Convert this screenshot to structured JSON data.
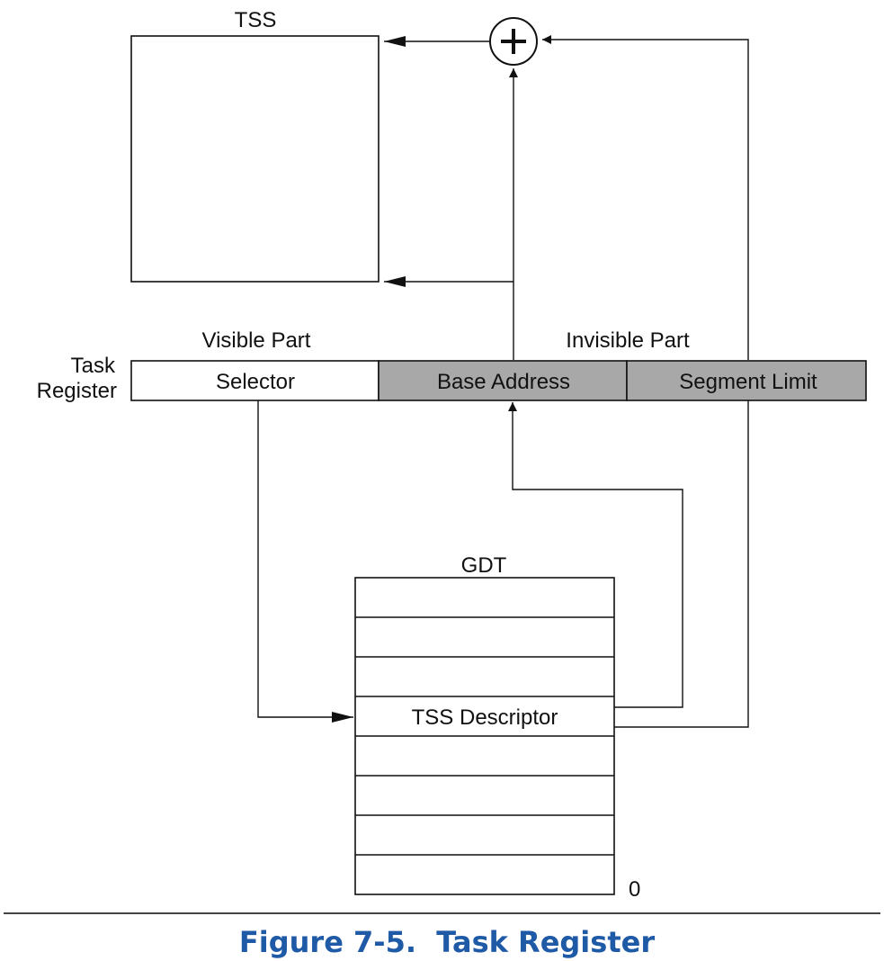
{
  "tss": {
    "label": "TSS"
  },
  "adder": {
    "icon": "plus-circle-icon"
  },
  "register": {
    "task_label_line1": "Task",
    "task_label_line2": "Register",
    "visible_part": "Visible Part",
    "invisible_part": "Invisible Part",
    "selector": "Selector",
    "base_address": "Base Address",
    "segment_limit": "Segment Limit",
    "shade_color": "#a8a8a8"
  },
  "gdt": {
    "label": "GDT",
    "descriptor": "TSS Descriptor",
    "zero": "0"
  },
  "caption": {
    "text": "Figure 7-5.  Task Register",
    "color": "#1f5aa6"
  }
}
